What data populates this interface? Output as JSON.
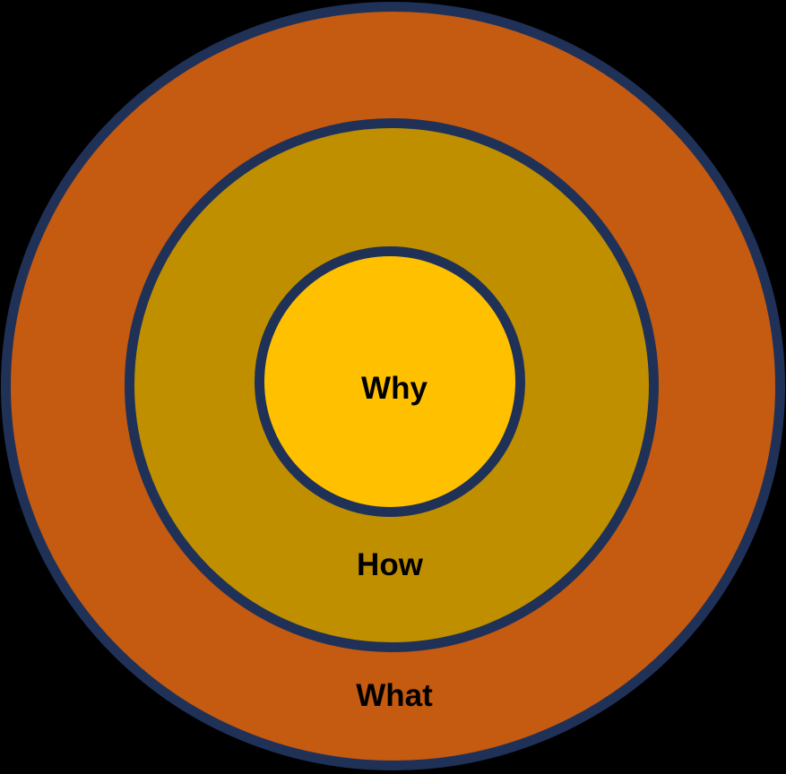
{
  "diagram": {
    "type": "concentric-circles",
    "background": "#000000",
    "border_color": "#203157",
    "label_color": "#000000",
    "rings": [
      {
        "label": "What",
        "fill": "#C55A11"
      },
      {
        "label": "How",
        "fill": "#BF8F00"
      },
      {
        "label": "Why",
        "fill": "#FFC000"
      }
    ]
  }
}
